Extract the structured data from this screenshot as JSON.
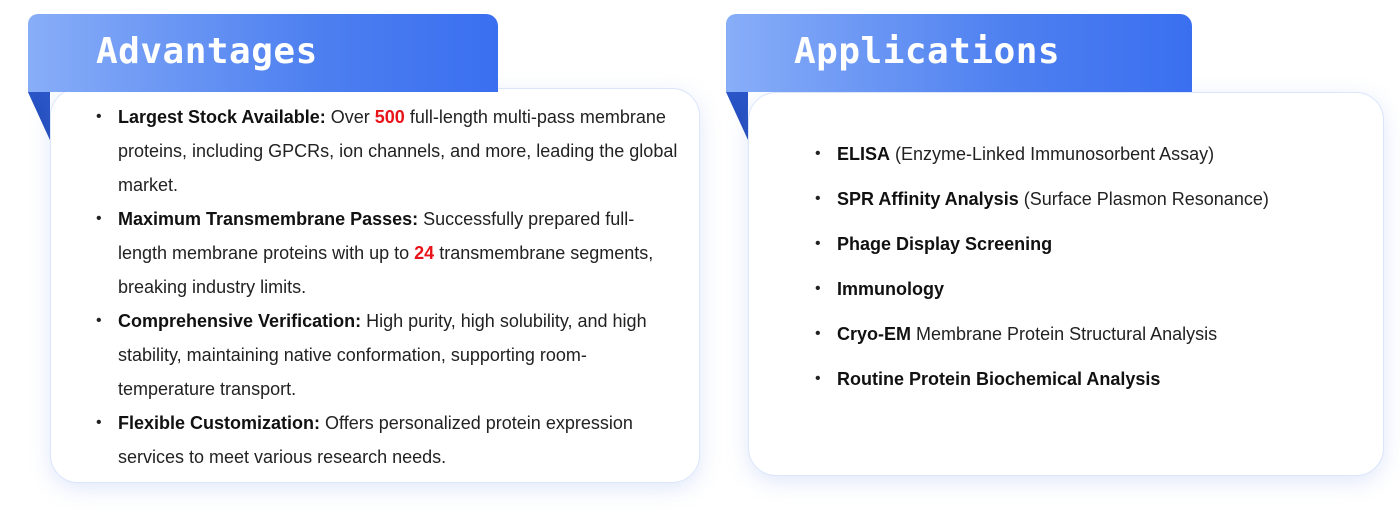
{
  "advantages": {
    "title": "Advantages",
    "items": [
      {
        "bold": "Largest Stock Available:",
        "t1": " Over ",
        "num": "500",
        "t2": " full-length multi-pass membrane proteins, including GPCRs, ion channels, and more, leading the global market."
      },
      {
        "bold": "Maximum Transmembrane Passes:",
        "t1": " Successfully prepared full-length membrane proteins with up to ",
        "num": "24",
        "t2": " transmembrane segments, breaking industry limits."
      },
      {
        "bold": "Comprehensive Verification:",
        "text": " High purity, high solubility, and high stability, maintaining native conformation, supporting room-temperature transport."
      },
      {
        "bold": "Flexible Customization:",
        "text": " Offers personalized protein expression services to meet various research needs."
      }
    ]
  },
  "applications": {
    "title": "Applications",
    "items": [
      {
        "bold": "ELISA",
        "text": " (Enzyme-Linked Immunosorbent Assay)"
      },
      {
        "bold": "SPR Affinity Analysis",
        "text": " (Surface Plasmon Resonance)"
      },
      {
        "bold": "Phage Display Screening",
        "text": ""
      },
      {
        "bold": "Immunology",
        "text": ""
      },
      {
        "bold": "Cryo-EM",
        "text": " Membrane Protein Structural Analysis"
      },
      {
        "bold": "Routine Protein Biochemical Analysis",
        "text": ""
      }
    ]
  },
  "colors": {
    "tab_start": "#88aef8",
    "tab_end": "#3a6ff0",
    "fold": "#1f48b8",
    "highlight": "#e8141a",
    "card_border": "#dbe6fb"
  }
}
